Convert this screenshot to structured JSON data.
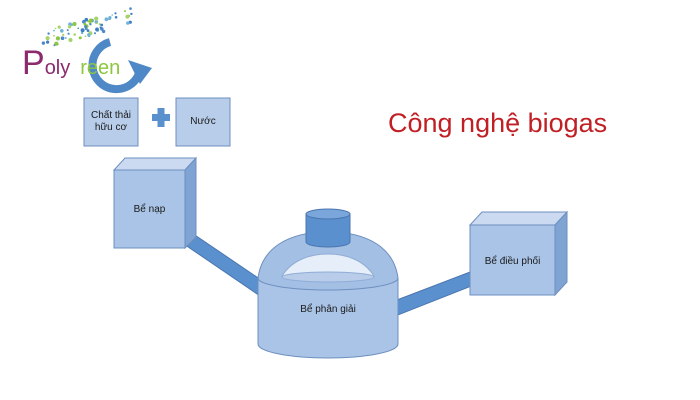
{
  "heading": "Công nghệ biogas",
  "logo": {
    "brand_initial": "P",
    "brand_mid": "oly",
    "brand_tail": "reen",
    "color_purple": "#8c2a6e",
    "color_green": "#8dc63f",
    "color_blue": "#4f88c6",
    "icon": "circular-arrow-icon"
  },
  "nodes": {
    "organic_waste": "Chất thải hữu cơ",
    "water": "Nước",
    "plus_icon": "plus-icon",
    "feed_tank": "Bể nạp",
    "digester": "Bể phân giải",
    "regulating_tank": "Bể điều phối"
  },
  "colors": {
    "box_fill": "#a9c4e6",
    "box_stroke": "#5b7fb5",
    "pipe_fill": "#5b90cf",
    "heading_red": "#c01f24"
  }
}
